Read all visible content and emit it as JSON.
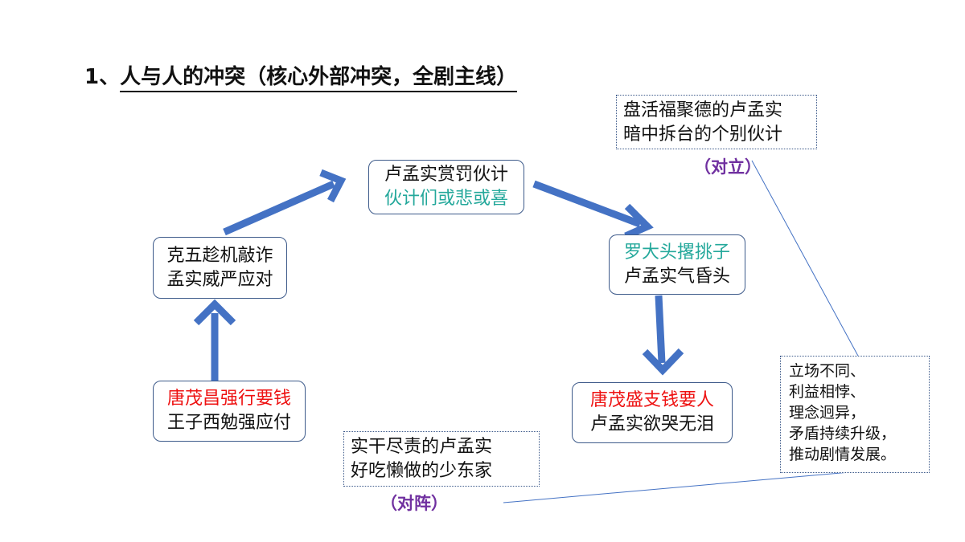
{
  "title": {
    "number": "1、",
    "text": "人与人的冲突（核心外部冲突，全剧主线）"
  },
  "nodes": {
    "top": {
      "line1": "卢孟实赏罚伙计",
      "line2": "伙计们或悲或喜"
    },
    "left_mid": {
      "line1": "克五趁机敲诈",
      "line2": "孟实威严应对"
    },
    "left_bottom": {
      "line1": "唐茂昌强行要钱",
      "line2": "王子西勉强应付"
    },
    "right_mid": {
      "line1": "罗大头撂挑子",
      "line2": "卢孟实气昏头"
    },
    "right_bottom": {
      "line1": "唐茂盛支钱要人",
      "line2": "卢孟实欲哭无泪"
    }
  },
  "notes": {
    "top_right": {
      "line1": "盘活福聚德的卢孟实",
      "line2": "暗中拆台的个别伙计",
      "label": "（对立）"
    },
    "bottom": {
      "line1": "实干尽责的卢孟实",
      "line2": "好吃懒做的少东家",
      "label": "（对阵）"
    },
    "summary": {
      "lines": [
        "立场不同、",
        "利益相悖、",
        "理念迥异，",
        "矛盾持续升级，",
        "推动剧情发展。"
      ]
    }
  },
  "colors": {
    "arrow": "#4472c4",
    "border": "#3d5a8a",
    "teal": "#24a89b",
    "red": "#ee1111",
    "label": "#7030a0",
    "connector": "#4472c4"
  },
  "icons": [
    "arrow-up-icon",
    "arrow-up-right-icon",
    "arrow-down-right-icon",
    "arrow-down-icon"
  ]
}
